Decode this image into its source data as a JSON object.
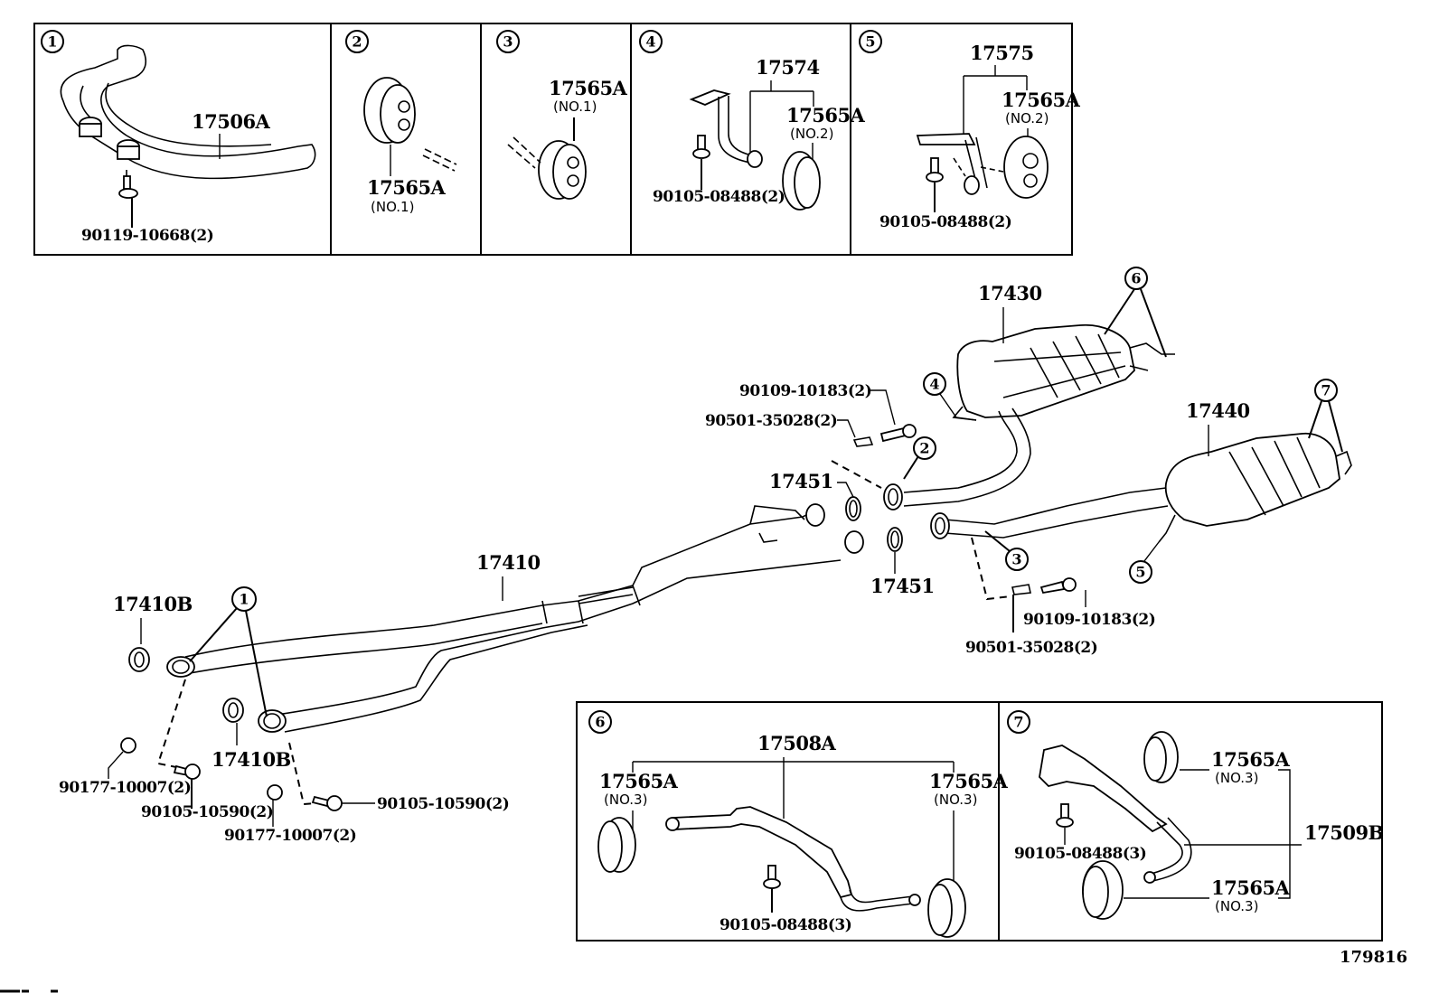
{
  "diagram": {
    "title": "Exhaust Pipe & Muffler Parts",
    "figure_id": "179816",
    "insets": [
      {
        "index": "1",
        "parts": [
          {
            "label": "17506A"
          },
          {
            "label": "90119-10668(2)"
          }
        ]
      },
      {
        "index": "2",
        "parts": [
          {
            "label": "17565A",
            "sub": "(NO.1)"
          }
        ]
      },
      {
        "index": "3",
        "parts": [
          {
            "label": "17565A",
            "sub": "(NO.1)"
          }
        ]
      },
      {
        "index": "4",
        "parts": [
          {
            "label": "17574"
          },
          {
            "label": "17565A",
            "sub": "(NO.2)"
          },
          {
            "label": "90105-08488(2)"
          }
        ]
      },
      {
        "index": "5",
        "parts": [
          {
            "label": "17575"
          },
          {
            "label": "17565A",
            "sub": "(NO.2)"
          },
          {
            "label": "90105-08488(2)"
          }
        ]
      },
      {
        "index": "6",
        "parts": [
          {
            "label": "17508A"
          },
          {
            "label": "17565A",
            "sub": "(NO.3)"
          },
          {
            "label": "17565A",
            "sub": "(NO.3)"
          },
          {
            "label": "90105-08488(3)"
          }
        ]
      },
      {
        "index": "7",
        "parts": [
          {
            "label": "17509B"
          },
          {
            "label": "17565A",
            "sub": "(NO.3)"
          },
          {
            "label": "17565A",
            "sub": "(NO.3)"
          },
          {
            "label": "90105-08488(3)"
          }
        ]
      }
    ],
    "main": {
      "front_pipe": "17410",
      "gasket_left": "17410B",
      "gasket_center": "17410B",
      "nut_left": "90177-10007(2)",
      "bolt_left": "90105-10590(2)",
      "nut_right": "90177-10007(2)",
      "bolt_right": "90105-10590(2)",
      "gasket_upper": "17451",
      "gasket_lower": "17451",
      "muffler_upper": "17430",
      "muffler_lower": "17440",
      "bolt_upper": "90109-10183(2)",
      "spring_upper": "90501-35028(2)",
      "bolt_lower": "90109-10183(2)",
      "spring_lower": "90501-35028(2)",
      "callouts": {
        "c1": "1",
        "c2": "2",
        "c3": "3",
        "c4": "4",
        "c5": "5",
        "c6": "6",
        "c7": "7"
      }
    }
  }
}
